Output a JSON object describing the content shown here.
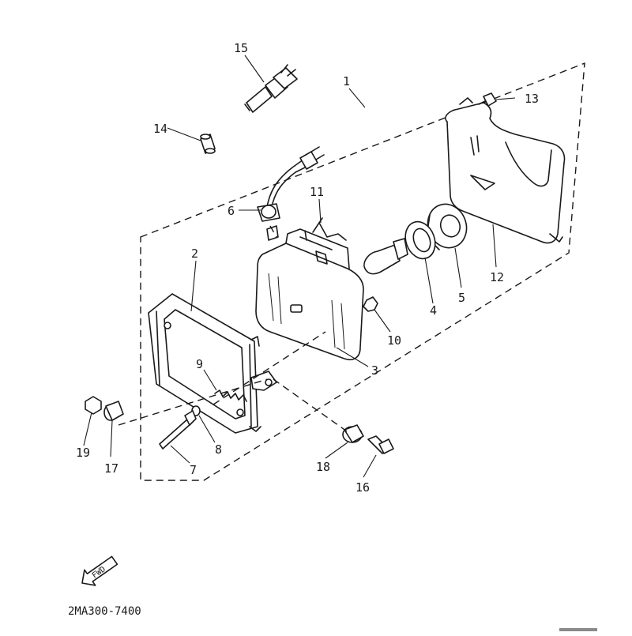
{
  "diagram": {
    "part_labels": {
      "p1": "1",
      "p2": "2",
      "p3": "3",
      "p4": "4",
      "p5": "5",
      "p6": "6",
      "p7": "7",
      "p8": "8",
      "p9": "9",
      "p10": "10",
      "p11": "11",
      "p12": "12",
      "p13": "13",
      "p14": "14",
      "p15": "15",
      "p16": "16",
      "p17": "17",
      "p18": "18",
      "p19": "19"
    },
    "fwd_arrow_text": "FWD",
    "diagram_code": "2MA300-7400"
  }
}
